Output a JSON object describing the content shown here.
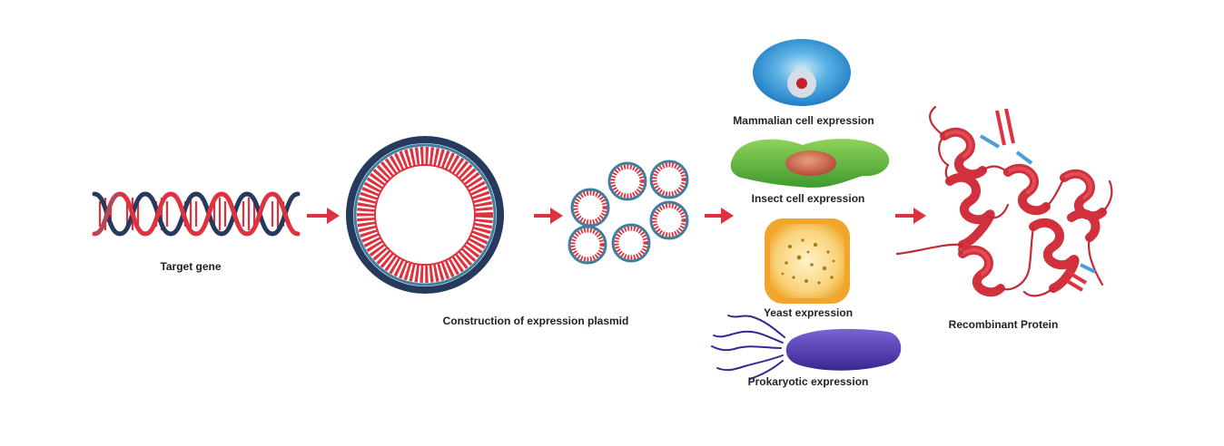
{
  "labels": {
    "target_gene": "Target gene",
    "plasmid": "Construction of expression plasmid",
    "mammalian": "Mammalian cell expression",
    "insect": "Insect cell expression",
    "yeast": "Yeast expression",
    "prokaryotic": "Prokaryotic expression",
    "protein": "Recombinant Protein"
  },
  "colors": {
    "red": "#e0323e",
    "navy": "#263a5e",
    "teal": "#3d7f9e",
    "blue": "#4a9fd9",
    "green": "#6cc04a",
    "yeast": "#f2b134",
    "purple": "#5a3fb0",
    "text": "#222222"
  }
}
